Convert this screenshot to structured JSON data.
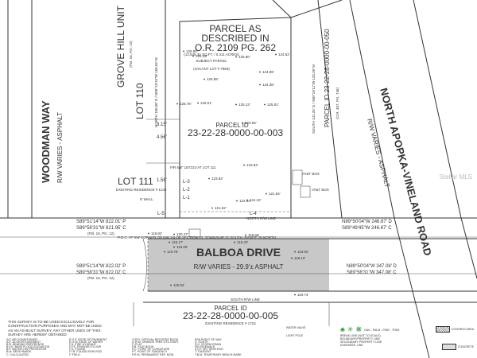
{
  "parcel_main": {
    "title": [
      "PARCEL AS",
      "DESCRIBED IN",
      "O.R. 2109 PG. 262"
    ],
    "area": "(13,545.34 SQ.FT. / 0.311 ACRES)",
    "subject": "SUBJECT PARCEL",
    "vacant": "(VACANT LOT # 7869)",
    "id_label": "PARCEL ID",
    "id": "23-22-28-0000-00-003"
  },
  "roads": {
    "west": "WOODMAN WAY",
    "west_sub": "R/W VARIES - ASPHALT",
    "east": "NORTH APOPKA-VINELAND ROAD",
    "east_sub": "R/W VARIES - ASPHALT",
    "south": "BALBOA DRIVE",
    "south_sub": "R/W VARIES - 29.9'± ASPHALT"
  },
  "west_labels": {
    "grove": "GROVE HILL UNIT",
    "grove_ref": "(P.B. 16, PG. 12)",
    "lot110": "LOT 110",
    "lot110_bearing": "NORTH 166.00' D / N00°10'15\"W 166.04' M",
    "lot111": "LOT 111",
    "lot111_sub": "EXISTING RESIDENCE # 1242",
    "dim1": "3.15'",
    "dim2": "4.56'",
    "dim3": "1.58'",
    "fence": "6' WALL",
    "fire": "FIR 5/8\" LB7223 AT LOT 111"
  },
  "east_labels": {
    "bearing": "SOUTH 141.25' D / S00°10'11\"W 133.39' M",
    "parcel_id": "PARCEL ID 23-22-28-0000-00-050",
    "lot_ref": "(O.R. 407, PG. 746)",
    "atat1": "AT&T BOX",
    "atat2": "AT&T BOX"
  },
  "north_line": {
    "west_1": "S89°51'14\"W 822.01' P",
    "west_2": "S89°58'31\"W 821.95' C",
    "west_ref": "(P.B. 16, PG. 12)",
    "east_1": "N89°50'04\"W 246.67' D",
    "east_2": "S89°49'45\"W 246.67' C"
  },
  "south_line": {
    "west_1": "S89°51'14\"W 822.02' P",
    "west_2": "S89°58'31\"W 822.02' C",
    "west_ref": "(P.B. 16, PG. 12)",
    "east_1": "N89°50'04\"W 347.08' D",
    "east_2": "S89°58'31\"W 347.08' C",
    "south_rw": "SOUTH R/W LINE",
    "north_rw": "NORTH R/W LINE"
  },
  "poc": "P.O.C. AT SW CORNER OF NW 1/4 OF SECTION 23, TOWNSHIP 22 SOUTH, RANGE 28 NORTH",
  "south_parcel": {
    "id_label": "PARCEL ID",
    "id": "23-22-28-0000-00-005",
    "sub": "EXISTING RESIDENCE # 1724"
  },
  "segments": {
    "l4": "L-4",
    "l5": "L-5",
    "l1": "L-1",
    "l2": "L-2",
    "l3": "L-3"
  },
  "spot_elev": [
    "125.80'",
    "126.18'",
    "125.90'",
    "124.62'",
    "124.98'",
    "125.58'",
    "125.01'",
    "124.38'",
    "126.78'",
    "125.13'",
    "125.01'",
    "123.05'",
    "123.84'",
    "123.62'",
    "121.84'",
    "122.04'",
    "121.22'",
    "121.02'",
    "119.82'",
    "120.47'",
    "118.68'",
    "118.42'",
    "119.17'",
    "119.09'",
    "119.75'",
    "118.92'",
    "119.10'",
    "119.92'",
    "119.74'"
  ],
  "notes": "THIS SURVEY IS TO BE USED EXCLUSIVELY FOR CONSTRUCTION PURPOSES AND MAY NOT BE USED AS AN AS-BUILT SURVEY, ANY OTHER USES OF THIS SURVEY ARE HEREBY OBTAINED",
  "legend_cols": [
    [
      "A/C AIR CONDITIONER",
      "A.E. ACCESS EASEMENT",
      "B.R. BEARING REFERENCE",
      "B.F.E. BASE FLOOD ELEVATION",
      "B.P. BACKFLOW PREVENTER",
      "B.M. BENCHMARK",
      "C. CALCULATED"
    ],
    [
      "E.O.P. EDGE OF PAVEMENT",
      "E.O.W. EDGE OF WATER",
      "F.H. FIRE HYDRANT",
      "F.F.E. FINISHED FLOOR",
      "F.D. FOUND",
      "F.I.R. FOUND IRON ROD",
      "F. FIELD"
    ],
    [
      "O.R.B. OFFICIAL RECORDS BOOK",
      "O.H.W. ORANGE TREE UTIL ESMT.",
      "P. PLAT",
      "P.B. PLAT BOOK",
      "P.C. POINT OF CURVATURE",
      "P.T. POINT OF TANGENCY",
      "P.R.M. PERMANENT REF. MON."
    ],
    [
      "R/W RIGHT OF WAY",
      "S. SOUTH",
      "S.D. STORM DRAIN",
      "SW SIDEWALK",
      "S.I.R. SET IRON ROD",
      "T. TANGENT",
      "T.B.M. TEMPORARY BENCH MARK"
    ]
  ],
  "legend_symbols": {
    "water_valve": "WATER VALVE",
    "light_pole": "LIGHT POLE",
    "tree_label": "OAK - PALM - PINE - TREE",
    "break_line": "BREAK LINE (NOT TO SCALE)",
    "boundary_line": "BOUNDARY/PROPERTY LINE",
    "secondary_line": "SECONDARY PROPERTY LINE",
    "easement_line": "EASEMENT LINE",
    "covered_area": "COVERED AREA",
    "concrete": "CONCRETE"
  },
  "watermark": "Stellar MLS",
  "colors": {
    "road_fill": "#c8c8c8",
    "line": "#333333",
    "tree_green": "#2e9c3a"
  }
}
